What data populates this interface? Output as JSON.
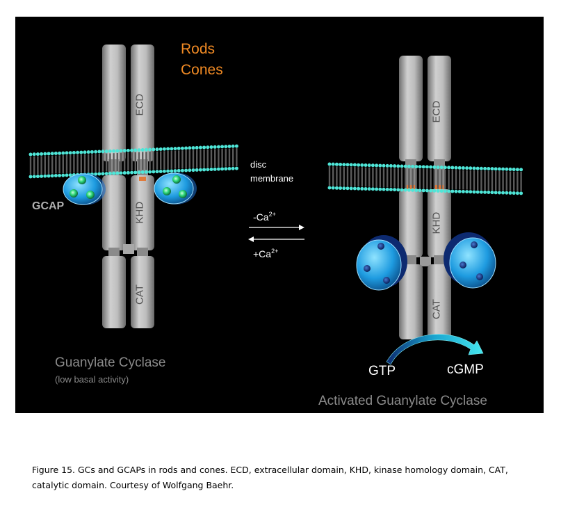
{
  "labels": {
    "rods": "Rods",
    "cones": "Cones",
    "disc_membrane_line1": "disc",
    "disc_membrane_line2": "membrane",
    "gcap": "GCAP",
    "minus_ca": "-Ca",
    "plus_ca": "+Ca",
    "ca_superscript": "2+",
    "ecd_left": "ECD",
    "khd_left": "KHD",
    "cat_left": "CAT",
    "ecd_right": "ECD",
    "khd_right": "KHD",
    "cat_right": "CAT",
    "gc_title": "Guanylate Cyclase",
    "gc_subtitle": "(low basal activity)",
    "activated_title": "Activated Guanylate Cyclase",
    "gtp": "GTP",
    "cgmp": "cGMP"
  },
  "colors": {
    "rods_cones_text": "#f08a24",
    "lipid_head": "#4fe6d8",
    "gcap_fill": "#1e9be0",
    "gcap_dot": "#2dd87a",
    "gcap_active_dot": "#123a8a",
    "protein_gray": "#b4b4b4",
    "arrow_cyan": "#35d0e0"
  },
  "caption": {
    "text": "Figure 15. GCs and GCAPs in rods and cones. ECD, extracellular domain, KHD, kinase homology domain, CAT, catalytic domain. Courtesy of Wolfgang Baehr."
  }
}
